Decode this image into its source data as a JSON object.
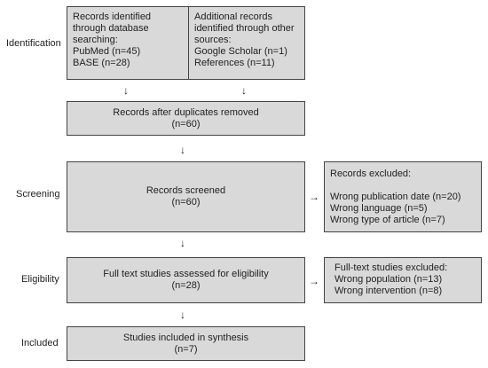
{
  "stages": {
    "identification": "Identification",
    "screening": "Screening",
    "eligibility": "Eligibility",
    "included": "Included"
  },
  "boxes": {
    "database": {
      "lines": [
        "Records identified",
        "through database",
        "searching:",
        "PubMed (n=45)",
        "BASE (n=28)"
      ]
    },
    "other_sources": {
      "lines": [
        "Additional records",
        "identified through other",
        "sources:",
        "Google Scholar (n=1)",
        "References (n=11)"
      ]
    },
    "duplicates_removed": {
      "lines": [
        "Records after duplicates removed",
        "(n=60)"
      ]
    },
    "screened": {
      "lines": [
        "Records screened",
        "(n=60)"
      ]
    },
    "excluded": {
      "lines": [
        "Records excluded:",
        "",
        "Wrong publication date (n=20)",
        "Wrong language (n=5)",
        "Wrong type of article (n=7)"
      ]
    },
    "full_text": {
      "lines": [
        "Full text studies assessed for eligibility",
        "(n=28)"
      ]
    },
    "full_text_excluded": {
      "lines": [
        "Full-text studies excluded:",
        "Wrong population (n=13)",
        "Wrong intervention (n=8)"
      ]
    },
    "included_synthesis": {
      "lines": [
        "Studies included in synthesis",
        "(n=7)"
      ]
    }
  },
  "arrows": {
    "down": "↓",
    "right": "→"
  }
}
